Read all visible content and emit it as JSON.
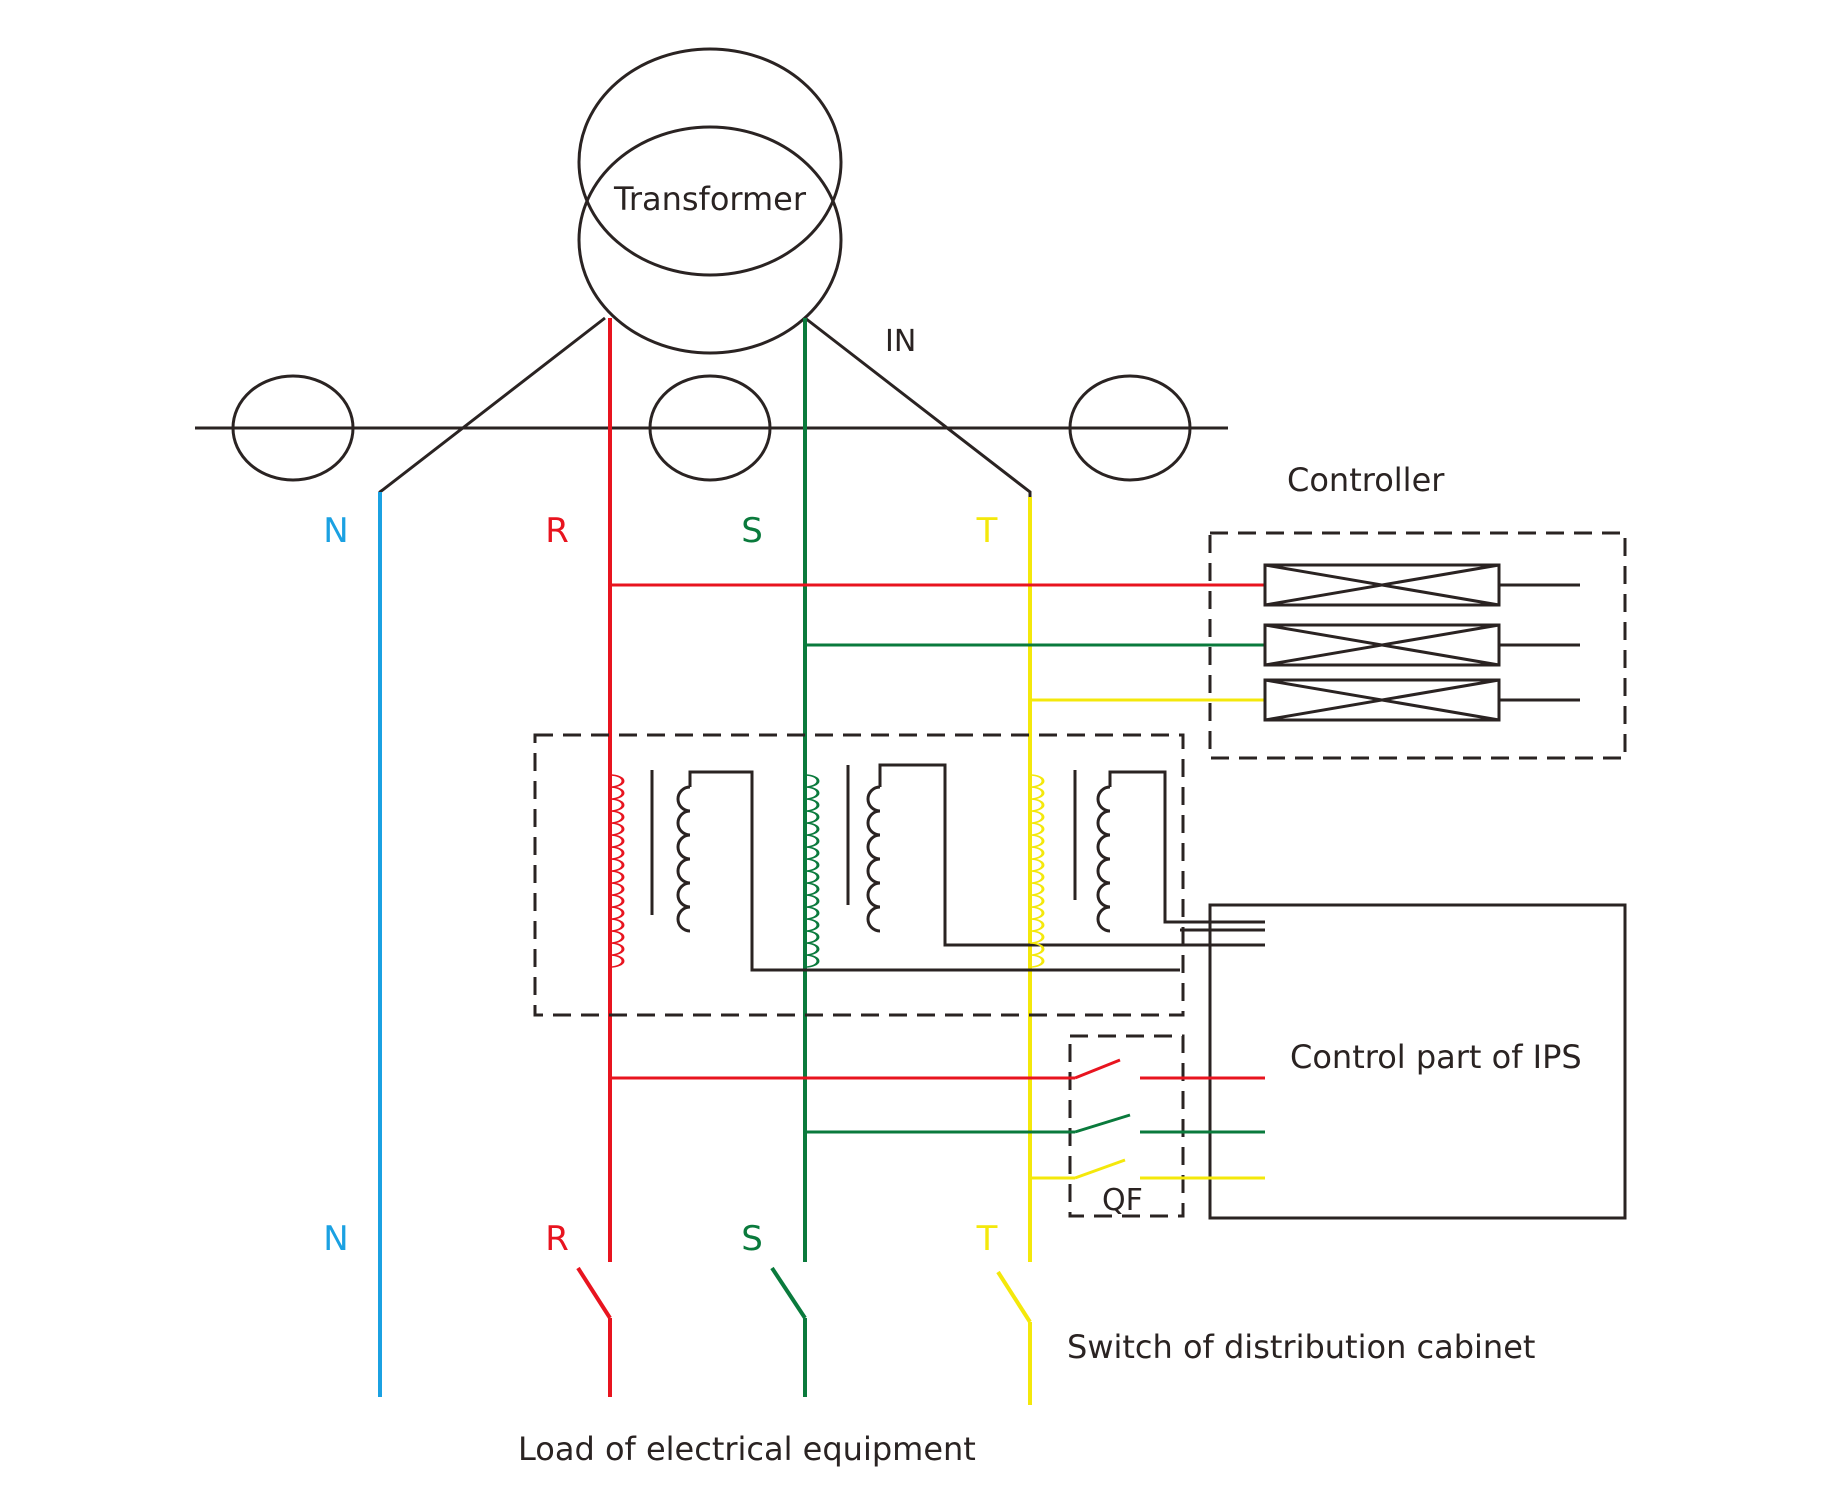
{
  "labels": {
    "transformer": "Transformer",
    "in": "IN",
    "controller": "Controller",
    "control_part": "Control part of IPS",
    "qf": "QF",
    "switch_cabinet": "Switch of distribution cabinet",
    "load": "Load of electrical equipment"
  },
  "phases_top": [
    "N",
    "R",
    "S",
    "T"
  ],
  "phases_bottom": [
    "N",
    "R",
    "S",
    "T"
  ],
  "colors": {
    "N": "#1ba1e2",
    "R": "#e8141f",
    "S": "#0a7a3c",
    "T": "#f4e80b",
    "line": "#2a2322"
  }
}
